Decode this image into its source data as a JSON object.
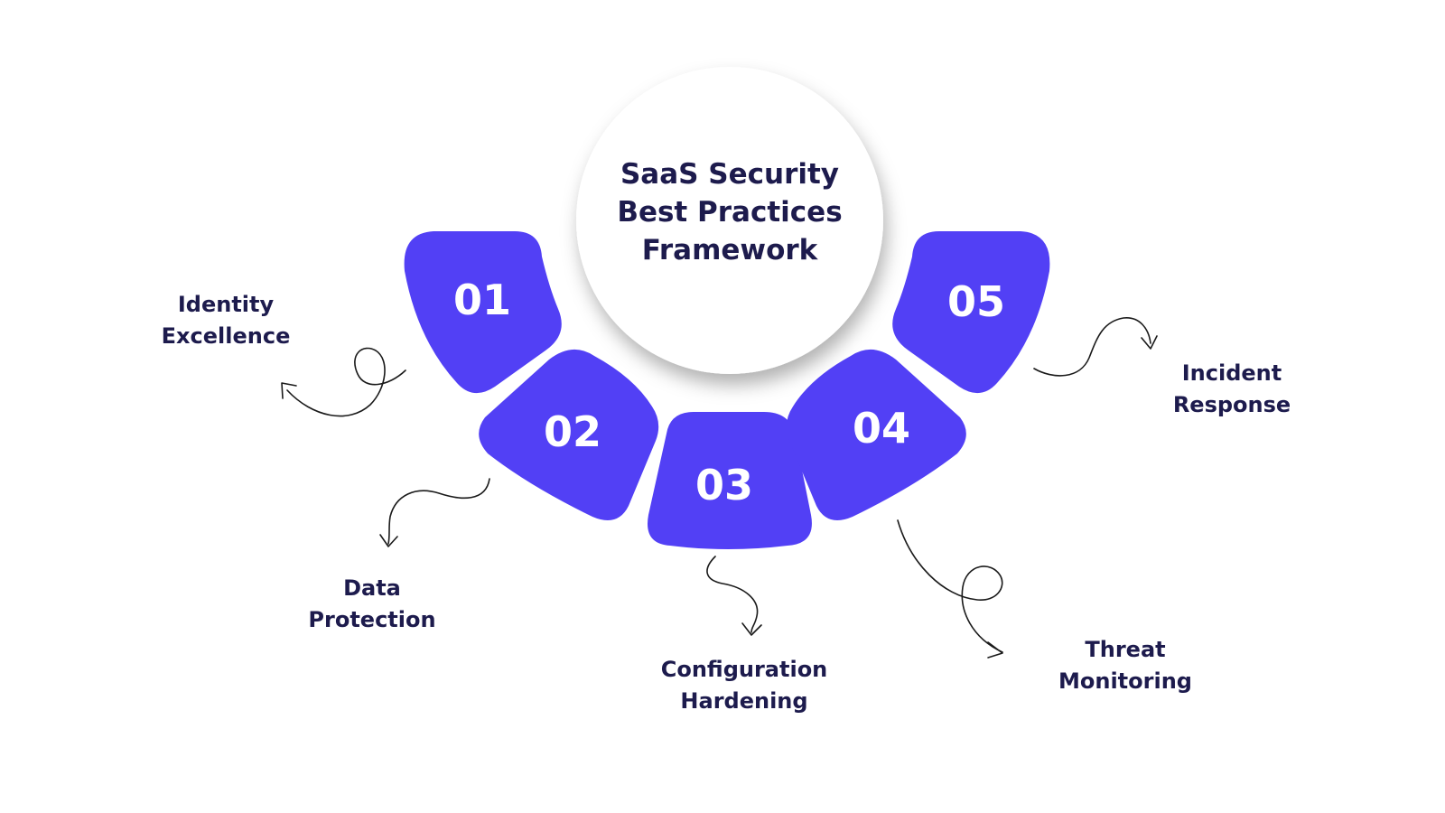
{
  "title_lines": [
    "SaaS Security",
    "Best Practices",
    "Framework"
  ],
  "colors": {
    "accent": "#5240f5",
    "text": "#1d1b4d",
    "background": "#ffffff"
  },
  "steps": [
    {
      "number": "01",
      "label_lines": [
        "Identity",
        "Excellence"
      ]
    },
    {
      "number": "02",
      "label_lines": [
        "Data",
        "Protection"
      ]
    },
    {
      "number": "03",
      "label_lines": [
        "Configuration",
        "Hardening"
      ]
    },
    {
      "number": "04",
      "label_lines": [
        "Threat",
        "Monitoring"
      ]
    },
    {
      "number": "05",
      "label_lines": [
        "Incident",
        "Response"
      ]
    }
  ]
}
